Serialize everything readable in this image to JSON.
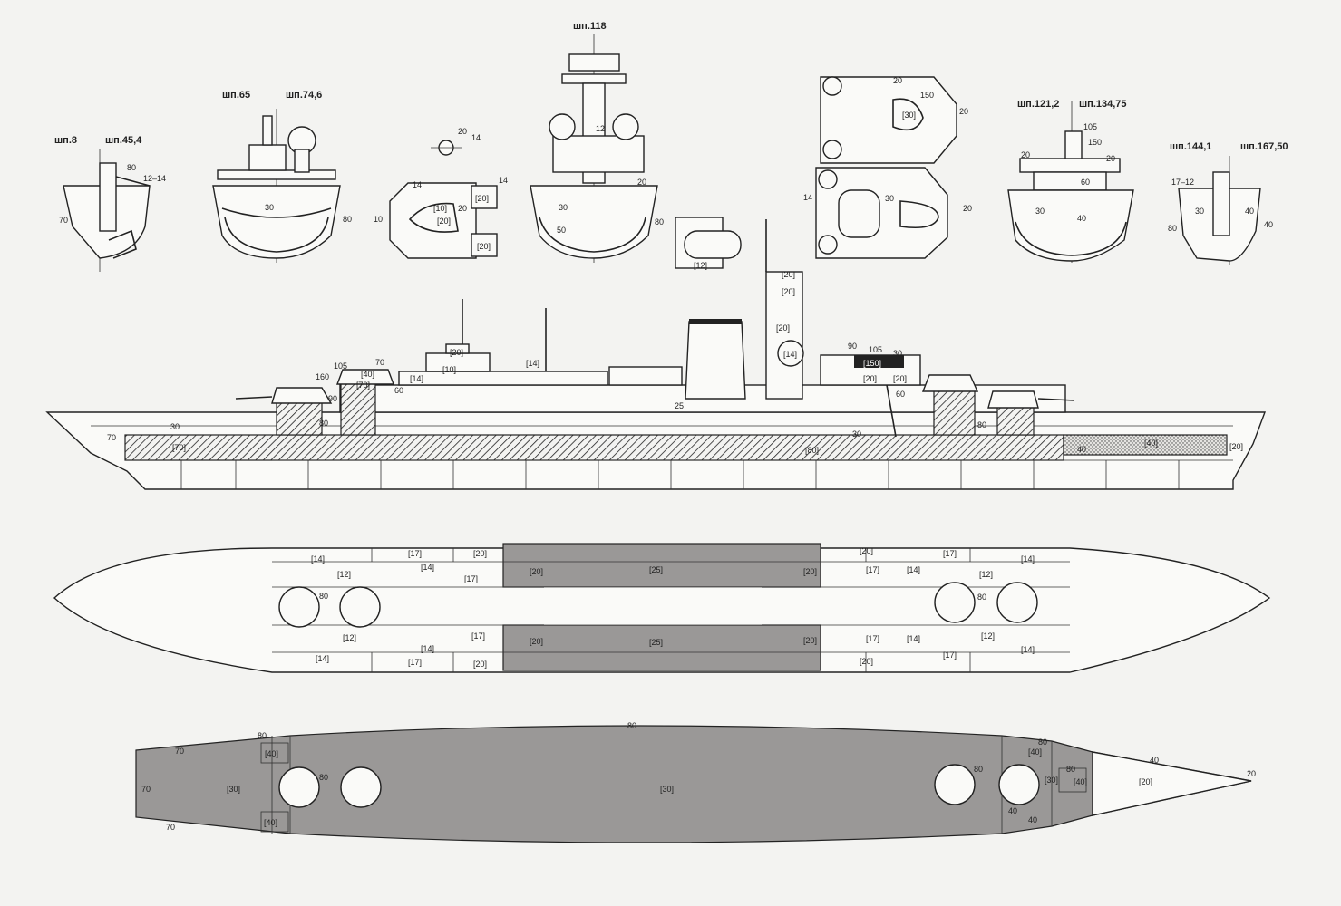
{
  "colors": {
    "paper": "#f3f3f1",
    "ink": "#222222",
    "armor_gray": "#9a9897"
  },
  "sections": {
    "s1": {
      "left": "шп.8",
      "right": "шп.45,4",
      "n1": "80",
      "n2": "12–14",
      "n3": "70"
    },
    "s2": {
      "left": "шп.65",
      "right": "шп.74,6",
      "n1": "30",
      "n2": "80"
    },
    "s3": {
      "n1": "20",
      "n2": "14",
      "n3": "14",
      "n4": "[10]",
      "n5": "[20]",
      "n6": "20",
      "n7": "10",
      "n8": "[20]",
      "n9": "14",
      "n10": "[20]"
    },
    "s4": {
      "top": "шп.118",
      "n1": "12",
      "n2": "20",
      "n3": "30",
      "n4": "50",
      "n5": "80"
    },
    "s5": {
      "n1": "[12]"
    },
    "s6": {
      "n1": "20",
      "n2": "150",
      "n3": "[30]",
      "n4": "20",
      "n5": "14",
      "n6": "30",
      "n7": "20"
    },
    "s7": {
      "left": "шп.121,2",
      "right": "шп.134,75",
      "n1": "105",
      "n2": "150",
      "n3": "20",
      "n4": "20",
      "n5": "60",
      "n6": "30",
      "n7": "40"
    },
    "s8": {
      "left": "шп.144,1",
      "right": "шп.167,50",
      "n1": "17–12",
      "n2": "30",
      "n3": "40",
      "n4": "80",
      "n5": "40"
    }
  },
  "profile": {
    "labels": {
      "a": "70",
      "b": "30",
      "c": "[70]",
      "d": "80",
      "e": "90",
      "f": "160",
      "g": "105",
      "h": "70",
      "i": "[40]",
      "j": "[70]",
      "k": "60",
      "l": "[14]",
      "m": "[10]",
      "n": "[20]",
      "o": "[14]",
      "p": "25",
      "q": "[20]",
      "r": "[20]",
      "s": "[20]",
      "t": "[14]",
      "u": "90",
      "v": "105",
      "w": "30",
      "x": "[150]",
      "y": "[20]",
      "z": "[20]",
      "aa": "60",
      "ab": "[80]",
      "ac": "30",
      "ad": "80",
      "ae": "40",
      "af": "[40]",
      "ag": "[20]"
    }
  },
  "upper_deck": {
    "top_row": [
      "[14]",
      "[17]",
      "[20]",
      "[20]",
      "[17]",
      "[14]"
    ],
    "second_row": [
      "[12]",
      "[14]",
      "[17]",
      "[20]",
      "[25]",
      "[20]",
      "[17]",
      "[14]",
      "[12]"
    ],
    "barbette_fwd": "80",
    "barbette_aft": "80",
    "third_row": [
      "[12]",
      "[14]",
      "[17]",
      "[20]",
      "[25]",
      "[20]",
      "[17]",
      "[14]",
      "[12]"
    ],
    "bottom_row": [
      "[14]",
      "[17]",
      "[20]",
      "[20]",
      "[17]",
      "[14]"
    ]
  },
  "lower_deck": {
    "top": "80",
    "fwd_labels": [
      "80",
      "70",
      "[40]",
      "80",
      "[30]",
      "70",
      "[40]",
      "70"
    ],
    "center": "[30]",
    "aft_labels": [
      "80",
      "[40]",
      "80",
      "[30]",
      "80",
      "[40]",
      "40",
      "40",
      "40",
      "[20]",
      "20"
    ]
  }
}
